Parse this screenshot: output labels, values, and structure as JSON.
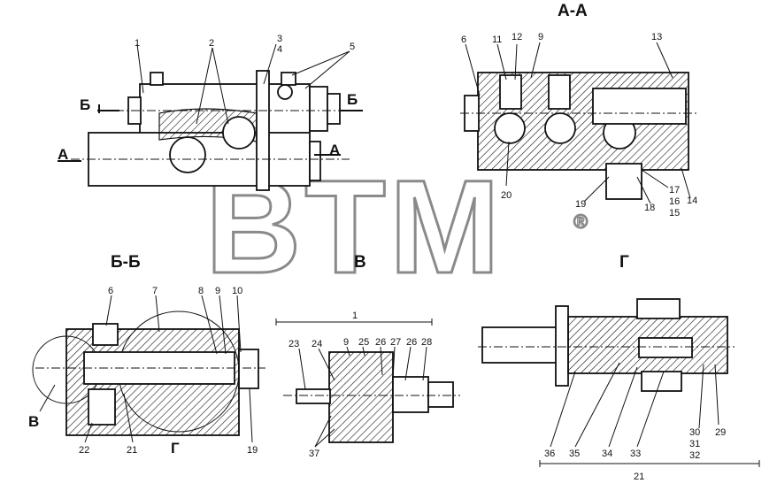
{
  "sections": {
    "aa": "А-А",
    "bb": "Б-Б",
    "v": "В",
    "g": "Г"
  },
  "watermark": {
    "text": "BTM",
    "mark": "®"
  },
  "arrows": {
    "b_left": "Б",
    "b_right": "Б",
    "a_left": "А",
    "a_right": "А",
    "v_bb": "В",
    "g_bb": "Г"
  },
  "callouts": {
    "main": [
      "1",
      "2",
      "3",
      "4",
      "5"
    ],
    "aa": [
      "6",
      "11",
      "12",
      "9",
      "13",
      "20",
      "19",
      "18",
      "17",
      "16",
      "15",
      "14"
    ],
    "bb": [
      "6",
      "7",
      "8",
      "9",
      "10",
      "22",
      "21",
      "19"
    ],
    "v": [
      "1",
      "23",
      "24",
      "9",
      "25",
      "26",
      "27",
      "26",
      "28",
      "37"
    ],
    "g": [
      "36",
      "35",
      "34",
      "33",
      "30",
      "31",
      "32",
      "29",
      "21"
    ]
  },
  "colors": {
    "ink": "#111111",
    "watermark": "#8a8a8a"
  }
}
